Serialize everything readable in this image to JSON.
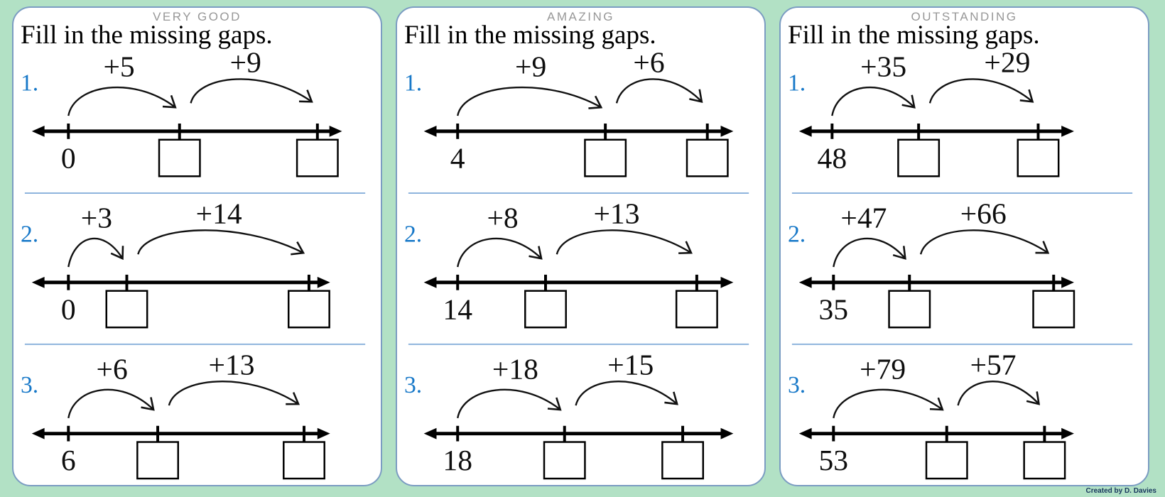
{
  "credit": "Created by D. Davies",
  "colors": {
    "background": "#b2e1c5",
    "card_border": "#7b9cc2",
    "divider": "#8eb4dd",
    "problem_number": "#1778c8",
    "award_label": "#979797",
    "credit_text": "#17365d"
  },
  "panels": [
    {
      "award": "VERY GOOD",
      "instruction": "Fill in the missing gaps.",
      "problems": [
        {
          "num": "1.",
          "start": "0",
          "jump1": "+5",
          "jump2": "+9",
          "box1": "",
          "box2": ""
        },
        {
          "num": "2.",
          "start": "0",
          "jump1": "+3",
          "jump2": "+14",
          "box1": "",
          "box2": ""
        },
        {
          "num": "3.",
          "start": "6",
          "jump1": "+6",
          "jump2": "+13",
          "box1": "",
          "box2": ""
        }
      ]
    },
    {
      "award": "AMAZING",
      "instruction": "Fill in the missing gaps.",
      "problems": [
        {
          "num": "1.",
          "start": "4",
          "jump1": "+9",
          "jump2": "+6",
          "box1": "",
          "box2": ""
        },
        {
          "num": "2.",
          "start": "14",
          "jump1": "+8",
          "jump2": "+13",
          "box1": "",
          "box2": ""
        },
        {
          "num": "3.",
          "start": "18",
          "jump1": "+18",
          "jump2": "+15",
          "box1": "",
          "box2": ""
        }
      ]
    },
    {
      "award": "OUTSTANDING",
      "instruction": "Fill in the missing gaps.",
      "problems": [
        {
          "num": "1.",
          "start": "48",
          "jump1": "+35",
          "jump2": "+29",
          "box1": "",
          "box2": ""
        },
        {
          "num": "2.",
          "start": "35",
          "jump1": "+47",
          "jump2": "+66",
          "box1": "",
          "box2": ""
        },
        {
          "num": "3.",
          "start": "53",
          "jump1": "+79",
          "jump2": "+57",
          "box1": "",
          "box2": ""
        }
      ]
    }
  ]
}
